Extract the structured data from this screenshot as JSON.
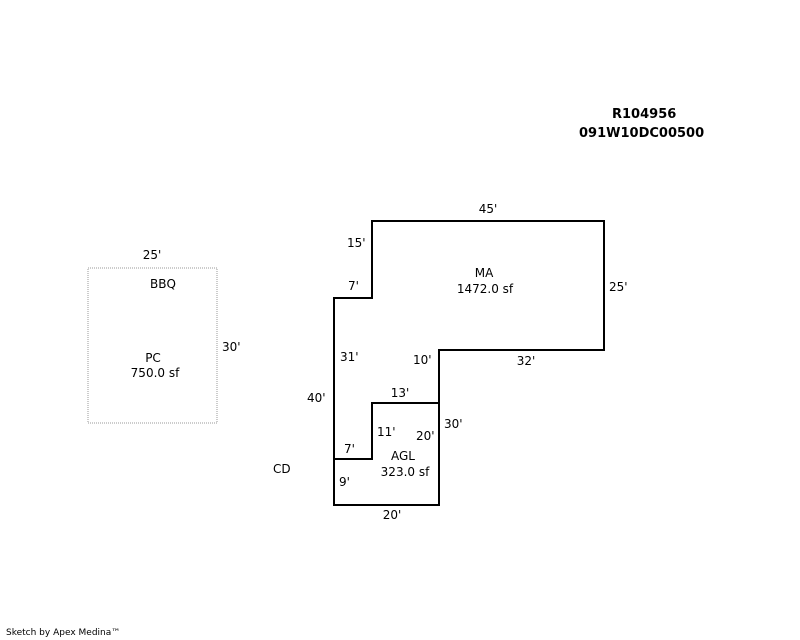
{
  "header": {
    "record_id": "R104956",
    "parcel_id": "091W10DC00500"
  },
  "areas": {
    "pc": {
      "code": "PC",
      "area": "750.0 sf"
    },
    "ma": {
      "code": "MA",
      "area": "1472.0 sf"
    },
    "agl": {
      "code": "AGL",
      "area": "323.0 sf"
    }
  },
  "labels": {
    "bbq": "BBQ",
    "cd": "CD"
  },
  "dimensions": {
    "pc_top": "25'",
    "pc_right": "30'",
    "ma_top": "45'",
    "ma_left_upper": "15'",
    "ma_step": "7'",
    "ma_right": "25'",
    "ma_notch_v": "10'",
    "ma_bottom": "32'",
    "ma_left_lower": "31'",
    "ma_left_total": "40'",
    "agl_top": "13'",
    "agl_right": "30'",
    "agl_inner_v": "11'",
    "agl_inner_h": "20'",
    "agl_step": "7'",
    "agl_left": "9'",
    "agl_bottom": "20'"
  },
  "footer": "Sketch by Apex Medina™"
}
